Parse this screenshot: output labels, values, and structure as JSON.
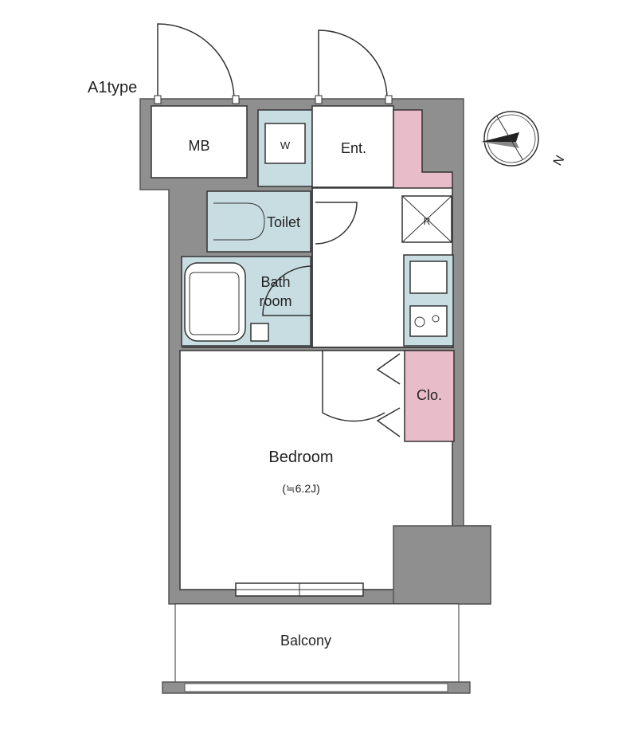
{
  "plan": {
    "type_label": "A1type",
    "rooms": {
      "mb": "MB",
      "washer": "W",
      "entrance": "Ent.",
      "toilet": "Toilet",
      "bath_line1": "Bath",
      "bath_line2": "room",
      "fridge": "R",
      "closet": "Clo.",
      "bedroom": "Bedroom",
      "bedroom_size": "(≒6.2J)",
      "balcony": "Balcony"
    },
    "compass": {
      "direction_label": "N",
      "icon": "compass-icon"
    },
    "colors": {
      "wall": "#8f8f8f",
      "wet_area": "#c8dde1",
      "storage": "#e8bcc8"
    }
  }
}
